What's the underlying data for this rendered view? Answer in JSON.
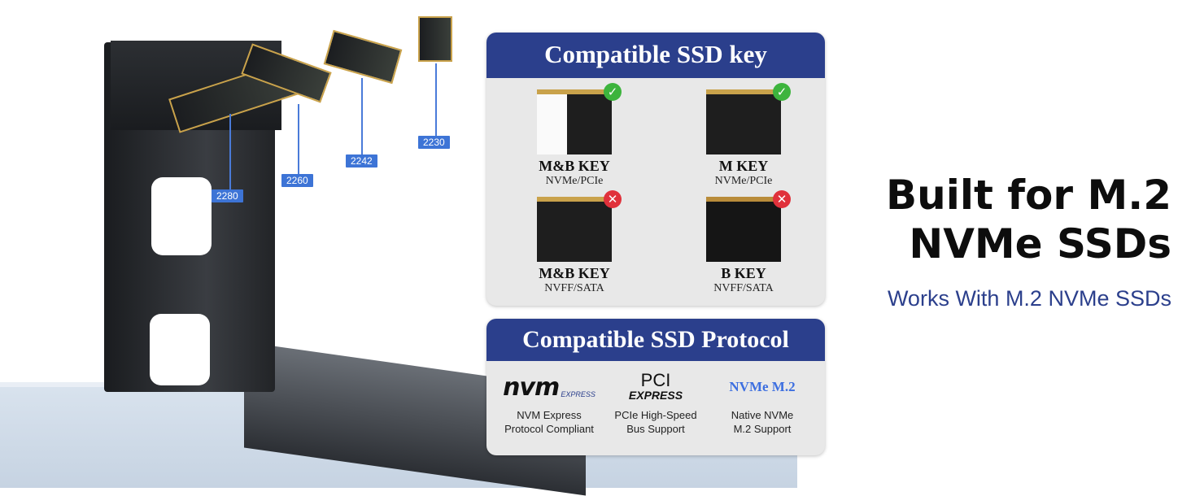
{
  "ssd_sizes": [
    "2280",
    "2260",
    "2242",
    "2230"
  ],
  "key_card": {
    "title": "Compatible SSD key",
    "items": [
      {
        "name": "M&B KEY",
        "protocol": "NVMe/PCIe",
        "status": "compatible"
      },
      {
        "name": "M KEY",
        "protocol": "NVMe/PCIe",
        "status": "compatible"
      },
      {
        "name": "M&B KEY",
        "protocol": "NVFF/SATA",
        "status": "incompatible"
      },
      {
        "name": "B KEY",
        "protocol": "NVFF/SATA",
        "status": "incompatible"
      }
    ]
  },
  "protocol_card": {
    "title": "Compatible SSD Protocol",
    "items": [
      {
        "logo": "nvm",
        "logo_sub": "EXPRESS",
        "line1": "NVM Express",
        "line2": "Protocol Compliant"
      },
      {
        "logo": "PCI",
        "logo_sub": "EXPRESS",
        "line1": "PCIe High-Speed",
        "line2": "Bus Support"
      },
      {
        "logo": "NVMe M.2",
        "line1": "Native NVMe",
        "line2": "M.2 Support"
      }
    ]
  },
  "headline": {
    "line1": "Built for M.2",
    "line2": "NVMe SSDs"
  },
  "subheadline": "Works With M.2 NVMe SSDs",
  "colors": {
    "brand": "#2b3f8c",
    "ok": "#3db43d",
    "bad": "#e0313b",
    "tag": "#3d74d6"
  },
  "icons": {
    "ok": "check-icon",
    "bad": "cross-icon"
  }
}
